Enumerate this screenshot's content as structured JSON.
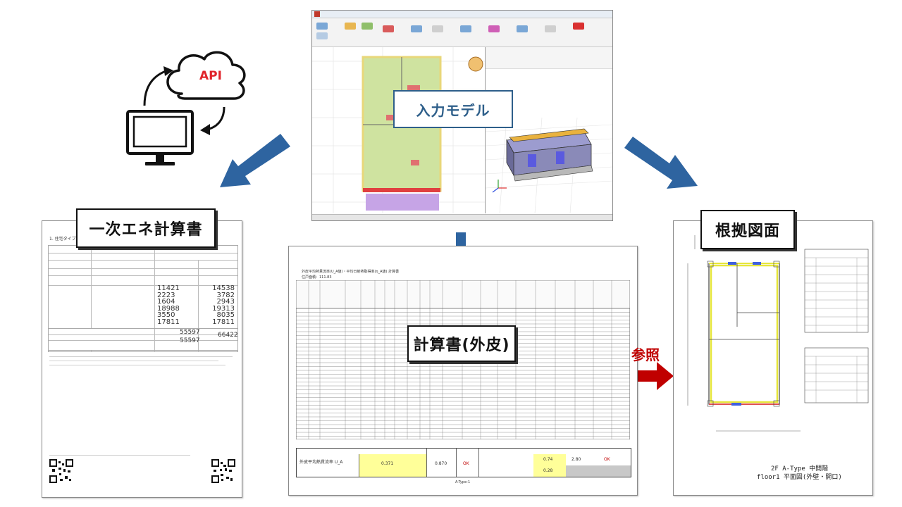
{
  "labels": {
    "api": "API",
    "input_model": "入力モデル",
    "energy_calc": "一次エネ計算書",
    "envelope_calc": "計算書(外皮)",
    "basis_drawing": "根拠図面",
    "reference": "参照"
  },
  "drawing_caption": {
    "line1": "2F A-Type 中間階",
    "line2": "floor1 平面図(外壁・開口)"
  },
  "table_doc": {
    "title": "外皮平均熱貫流率(U_A値)・平均日射熱取得率(η_A値) 計算書",
    "subtitle": "住戸面積：111.83",
    "footer_page": "A-Type-1",
    "summary": {
      "ua_label": "外皮平均熱貫流率 U_A",
      "ua_value": "0.371",
      "ua_standard": "0.870",
      "ua_judge": "OK",
      "eta_c": "0.74",
      "eta_h": "0.28",
      "eta_standard": "2.80",
      "eta_judge": "OK"
    }
  },
  "energy_doc": {
    "heading": "1. 住宅タイプ等",
    "values": [
      "11421",
      "14538",
      "2223",
      "3782",
      "1604",
      "2943",
      "18988",
      "19313",
      "3550",
      "8035",
      "17811",
      "17811",
      "55597",
      "66422",
      "55597"
    ]
  },
  "colors": {
    "arrow_blue": "#2e64a0",
    "ref_red": "#c00000",
    "box_blue": "#2e5f8a",
    "api_red": "#e0242b",
    "summary_yellow": "#ffff99"
  }
}
